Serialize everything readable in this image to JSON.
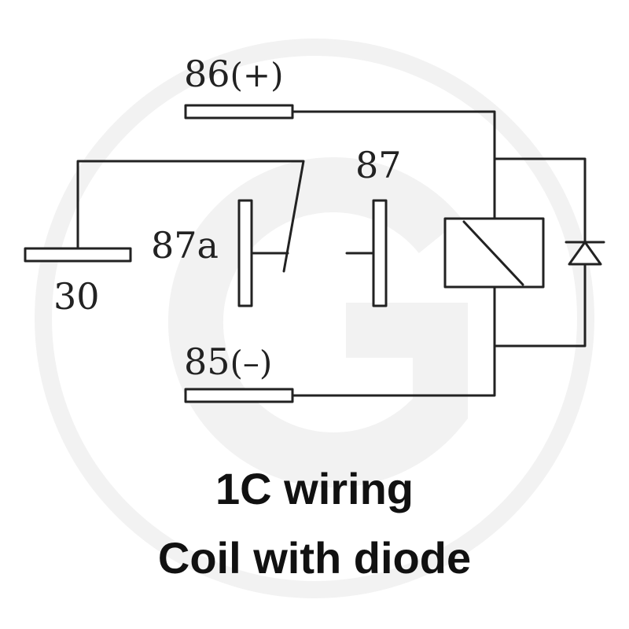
{
  "pins": {
    "pin86": "86",
    "pin86_polarity": "(+)",
    "pin85": "85",
    "pin85_polarity": "(–)",
    "pin87": "87",
    "pin87a": "87a",
    "pin30": "30"
  },
  "caption": {
    "line1": "1C wiring",
    "line2": "Coil with diode"
  },
  "colors": {
    "line": "#222222",
    "watermark": "#f2f2f2"
  }
}
